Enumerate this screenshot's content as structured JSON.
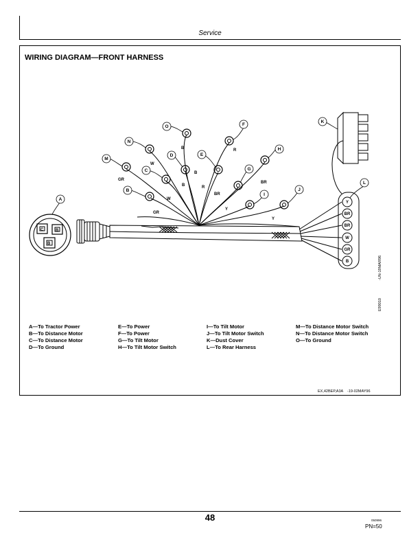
{
  "header": {
    "section": "Service"
  },
  "diagram": {
    "title": "WIRING DIAGRAM—FRONT HARNESS",
    "callouts": [
      "A",
      "B",
      "C",
      "D",
      "E",
      "F",
      "G",
      "H",
      "I",
      "J",
      "K",
      "L",
      "M",
      "N",
      "O"
    ],
    "wire_colors": {
      "w_b_upper": "B",
      "w_r_f": "R",
      "w_w_n": "W",
      "w_b_d": "B",
      "w_r_e": "R",
      "w_gr_m": "GR",
      "w_b_c": "B",
      "w_br_e": "BR",
      "w_br_h": "BR",
      "w_w_b": "W",
      "w_gr_b": "GR",
      "w_y_i": "Y",
      "w_y_j": "Y"
    },
    "connector_pins": [
      "Y",
      "BR",
      "BR",
      "W",
      "GR",
      "B"
    ],
    "socket_letters": [
      "C",
      "B",
      "B"
    ],
    "line_color": "#000000",
    "fill_color": "#ffffff"
  },
  "legend": {
    "col1": [
      "A—To Tractor Power",
      "B—To Distance Motor",
      "C—To Distance Motor",
      "D—To Ground"
    ],
    "col2": [
      "E—To Power",
      "F—To Power",
      "G—To Tilt Motor",
      "H—To Tilt Motor Switch"
    ],
    "col3": [
      "I—To Tilt Motor",
      "J—To Tilt Motor Switch",
      "K—Dust Cover",
      "L—To Rear Harness"
    ],
    "col4": [
      "M—To Distance Motor Switch",
      "N—To Distance Motor Switch",
      "O—To Ground"
    ]
  },
  "refs": {
    "vertical_top": "-UN-19MAR96",
    "vertical_bottom": "E99010",
    "doc_code": "EX,42BEP,A3A    -19-02MAY96"
  },
  "footer": {
    "page_number": "48",
    "small_code": "050996",
    "pn": "PN=50"
  }
}
